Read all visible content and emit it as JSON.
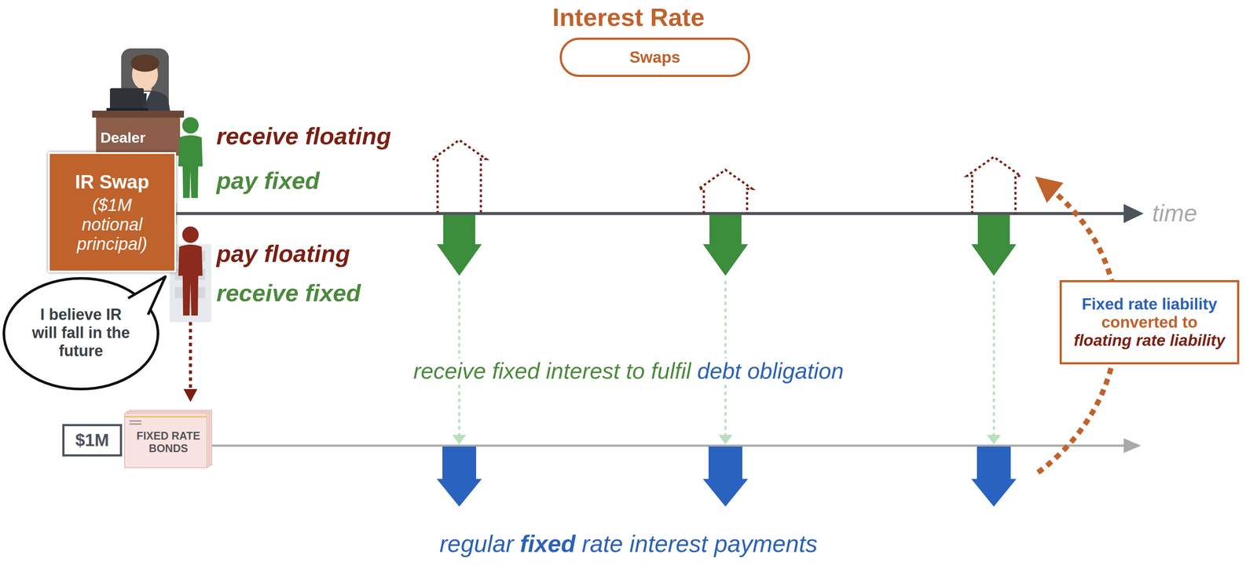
{
  "diagram": {
    "title": "Interest Rate",
    "nodes": [
      {
        "text": [
          "Swaps"
        ]
      },
      {
        "text": [
          "IR Swap",
          "($1M notional principal)"
        ]
      },
      {
        "text": [
          "I believe IR will fall in the future"
        ]
      },
      {
        "text": [
          "Fixed rate liability",
          "converted to",
          "floating rate liability"
        ]
      },
      {
        "text": [
          "$1M"
        ]
      },
      {
        "text": [
          "FIXED RATE BONDS"
        ]
      }
    ],
    "labels": [
      "Dealer",
      "receive floating",
      "pay fixed",
      "pay floating",
      "receive fixed",
      "time",
      "receive fixed interest to fulfil",
      "debt obligation",
      "regular",
      "fixed",
      "rate interest payments"
    ]
  }
}
